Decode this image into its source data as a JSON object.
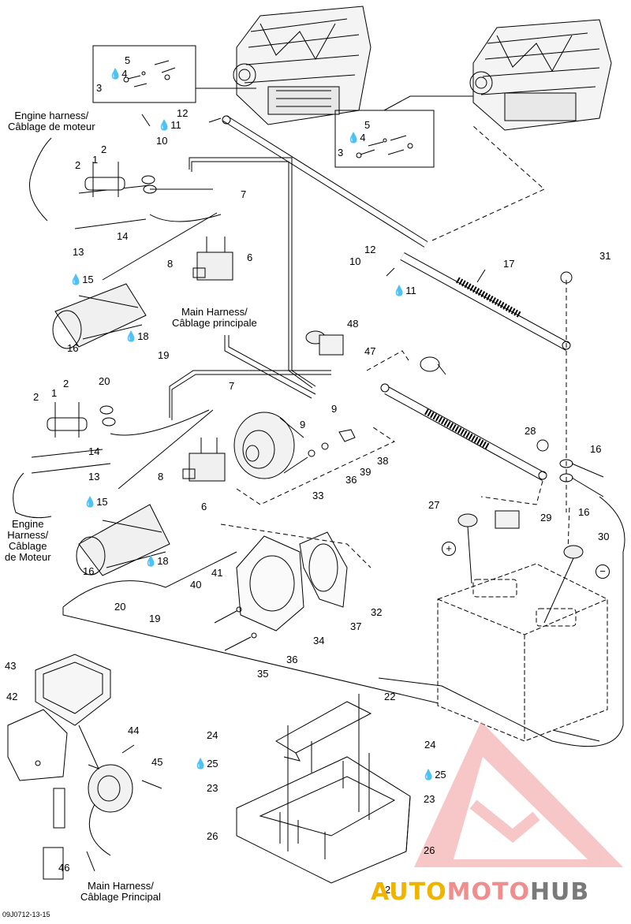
{
  "diagram": {
    "captions": {
      "engine_harness_1": [
        "Engine harness/",
        "Câblage de moteur"
      ],
      "main_harness_1": [
        "Main Harness/",
        "Câblage principale"
      ],
      "engine_harness_2": [
        "Engine",
        "Harness/",
        "Câblage",
        "de Moteur"
      ],
      "main_harness_2": [
        "Main Harness/",
        "Câblage Principal"
      ]
    },
    "polarity": {
      "positive": "+",
      "negative": "−"
    },
    "reference_code": "09J0712-13-15",
    "watermark": {
      "part1": "AUTO",
      "part2": "MOTO",
      "part3": "HUB"
    },
    "part_labels": [
      {
        "id": "p5a",
        "text": "5"
      },
      {
        "id": "p4a",
        "text": "4"
      },
      {
        "id": "p3a",
        "text": "3"
      },
      {
        "id": "p5b",
        "text": "5"
      },
      {
        "id": "p4b",
        "text": "4"
      },
      {
        "id": "p3b",
        "text": "3"
      },
      {
        "id": "p12a",
        "text": "12"
      },
      {
        "id": "p11a",
        "text": "11"
      },
      {
        "id": "p10a",
        "text": "10"
      },
      {
        "id": "p2a",
        "text": "2"
      },
      {
        "id": "p2b",
        "text": "2"
      },
      {
        "id": "p1a",
        "text": "1"
      },
      {
        "id": "p7a",
        "text": "7"
      },
      {
        "id": "p14a",
        "text": "14"
      },
      {
        "id": "p13a",
        "text": "13"
      },
      {
        "id": "p8a",
        "text": "8"
      },
      {
        "id": "p6a",
        "text": "6"
      },
      {
        "id": "p15a",
        "text": "15"
      },
      {
        "id": "p18a",
        "text": "18"
      },
      {
        "id": "p16a",
        "text": "16"
      },
      {
        "id": "p19a",
        "text": "19"
      },
      {
        "id": "p20a",
        "text": "20"
      },
      {
        "id": "p12b",
        "text": "12"
      },
      {
        "id": "p10b",
        "text": "10"
      },
      {
        "id": "p11b",
        "text": "11"
      },
      {
        "id": "p17",
        "text": "17"
      },
      {
        "id": "p31",
        "text": "31"
      },
      {
        "id": "p48",
        "text": "48"
      },
      {
        "id": "p47",
        "text": "47"
      },
      {
        "id": "p9a",
        "text": "9"
      },
      {
        "id": "p9b",
        "text": "9"
      },
      {
        "id": "p7b",
        "text": "7"
      },
      {
        "id": "p2c",
        "text": "2"
      },
      {
        "id": "p1b",
        "text": "1"
      },
      {
        "id": "p2d",
        "text": "2"
      },
      {
        "id": "p14b",
        "text": "14"
      },
      {
        "id": "p13b",
        "text": "13"
      },
      {
        "id": "p8b",
        "text": "8"
      },
      {
        "id": "p6b",
        "text": "6"
      },
      {
        "id": "p15b",
        "text": "15"
      },
      {
        "id": "p18b",
        "text": "18"
      },
      {
        "id": "p16b",
        "text": "16"
      },
      {
        "id": "p20b",
        "text": "20"
      },
      {
        "id": "p19b",
        "text": "19"
      },
      {
        "id": "p28",
        "text": "28"
      },
      {
        "id": "p38",
        "text": "38"
      },
      {
        "id": "p39",
        "text": "39"
      },
      {
        "id": "p36a",
        "text": "36"
      },
      {
        "id": "p33",
        "text": "33"
      },
      {
        "id": "p16c",
        "text": "16"
      },
      {
        "id": "p16d",
        "text": "16"
      },
      {
        "id": "p27",
        "text": "27"
      },
      {
        "id": "p29",
        "text": "29"
      },
      {
        "id": "p30",
        "text": "30"
      },
      {
        "id": "p41",
        "text": "41"
      },
      {
        "id": "p40",
        "text": "40"
      },
      {
        "id": "p32",
        "text": "32"
      },
      {
        "id": "p37",
        "text": "37"
      },
      {
        "id": "p34",
        "text": "34"
      },
      {
        "id": "p36b",
        "text": "36"
      },
      {
        "id": "p35",
        "text": "35"
      },
      {
        "id": "p43",
        "text": "43"
      },
      {
        "id": "p42",
        "text": "42"
      },
      {
        "id": "p44",
        "text": "44"
      },
      {
        "id": "p45",
        "text": "45"
      },
      {
        "id": "p46",
        "text": "46"
      },
      {
        "id": "p22",
        "text": "22"
      },
      {
        "id": "p24a",
        "text": "24"
      },
      {
        "id": "p25a",
        "text": "25"
      },
      {
        "id": "p24b",
        "text": "24"
      },
      {
        "id": "p25b",
        "text": "25"
      },
      {
        "id": "p23a",
        "text": "23"
      },
      {
        "id": "p23b",
        "text": "23"
      },
      {
        "id": "p26a",
        "text": "26"
      },
      {
        "id": "p26b",
        "text": "26"
      },
      {
        "id": "p21",
        "text": "21"
      }
    ]
  }
}
